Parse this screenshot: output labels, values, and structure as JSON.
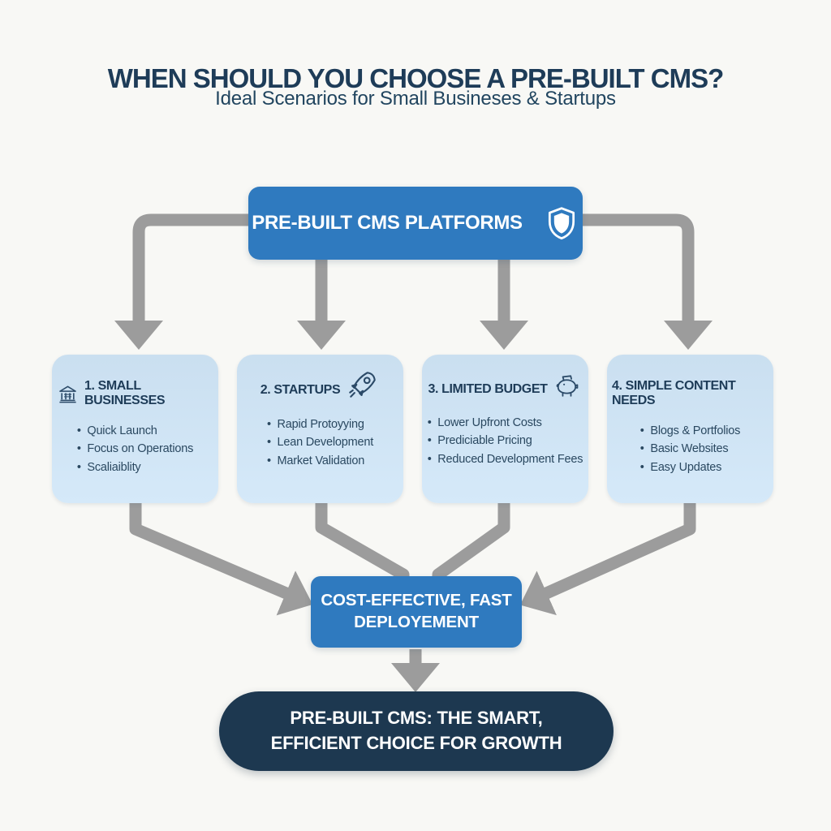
{
  "header": {
    "title": "WHEN SHOULD YOU CHOOSE A PRE-BUILT CMS?",
    "subtitle": "Ideal Scenarios for Small Busineses & Startups"
  },
  "root_node": {
    "label": "PRE-BUILT CMS PLATFORMS",
    "icon": "shield-icon"
  },
  "scenarios": [
    {
      "title": "1. SMALL BUSINESSES",
      "icon": "bank-icon",
      "bullets": [
        "Quick Launch",
        "Focus on Operations",
        "Scaliaiblity"
      ]
    },
    {
      "title": "2. STARTUPS",
      "icon": "rocket-icon",
      "bullets": [
        "Rapid Protoyying",
        "Lean Development",
        "Market Validation"
      ]
    },
    {
      "title": "3. LIMITED BUDGET",
      "icon": "piggy-bank-icon",
      "bullets": [
        "Lower Upfront Costs",
        "Prediciable Pricing",
        "Reduced Development Fees"
      ]
    },
    {
      "title": "4. SIMPLE CONTENT NEEDS",
      "icon": "none",
      "bullets": [
        "Blogs & Portfolios",
        "Basic Websites",
        "Easy Updates"
      ]
    }
  ],
  "outcome_node": {
    "label": "COST-EFFECTIVE, FAST DEPLOYEMENT"
  },
  "conclusion_node": {
    "label": "PRE-BUILT CMS: THE SMART, EFFICIENT CHOICE FOR GROWTH"
  },
  "colors": {
    "primary_blue": "#2f7abf",
    "light_blue": "#cfe4f4",
    "dark_navy": "#1d3850",
    "arrow_gray": "#9c9c9c",
    "heading_text": "#1e3c58",
    "bullet_text": "#2a4860",
    "background": "#f8f8f5"
  }
}
